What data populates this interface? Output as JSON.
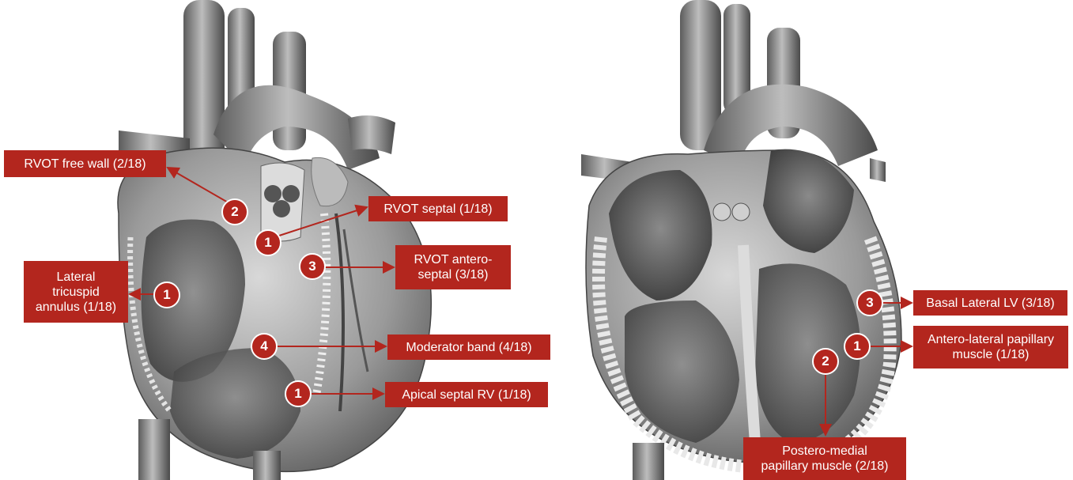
{
  "colors": {
    "accent": "#b3261e",
    "background": "#ffffff"
  },
  "left_heart": {
    "labels": {
      "rvot_free_wall": "RVOT free wall (2/18)",
      "rvot_septal": "RVOT septal (1/18)",
      "rvot_anteroseptal_1": "RVOT antero-",
      "rvot_anteroseptal_2": "septal (3/18)",
      "lateral_tricuspid_1": "Lateral",
      "lateral_tricuspid_2": "tricuspid",
      "lateral_tricuspid_3": "annulus (1/18)",
      "moderator_band": "Moderator band (4/18)",
      "apical_septal": "Apical septal RV (1/18)"
    },
    "badges": {
      "rvot_free_wall": "2",
      "rvot_septal": "1",
      "rvot_anteroseptal": "3",
      "lateral_tricuspid": "1",
      "moderator_band": "4",
      "apical_septal": "1"
    }
  },
  "right_heart": {
    "labels": {
      "basal_lateral": "Basal Lateral LV (3/18)",
      "anterolateral_1": "Antero-lateral papillary",
      "anterolateral_2": "muscle (1/18)",
      "posteromedial_1": "Postero-medial",
      "posteromedial_2": "papillary muscle (2/18)"
    },
    "badges": {
      "basal_lateral": "3",
      "anterolateral": "1",
      "posteromedial": "2"
    }
  }
}
